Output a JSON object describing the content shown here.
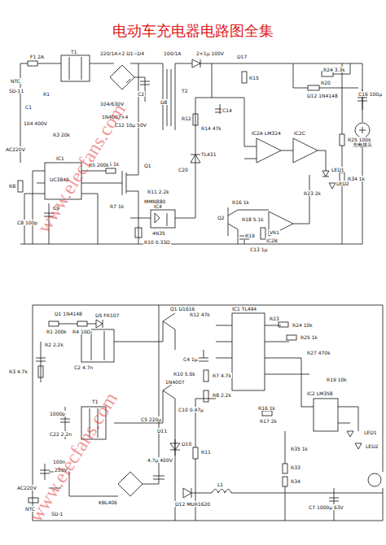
{
  "diagram": {
    "title": "电动车充电器电路图全集",
    "labels": [
      "F1 2A",
      "NTC",
      "SD-11",
      "AC220V",
      "C1",
      "104 400V",
      "T1",
      "R1",
      "220/1A×2 D1~D4",
      "C2",
      "104/630V",
      "1N4007×4",
      "100/1A",
      "T2",
      "2×1μ 100V",
      "D17",
      "D8",
      "R3 20k",
      "IC1",
      "UC3842",
      "R6 1k",
      "C12 10μ 50V",
      "Q1",
      "MMN880",
      "R5 200k",
      "R7 1k",
      "C9",
      "R8",
      "C8 100p",
      "R11 2.2k",
      "IC4",
      "4N35",
      "R10 0.33Ω",
      "C20",
      "R14 47k",
      "TL431",
      "R12",
      "C14",
      "R15",
      "R16 1k",
      "Q2",
      "R18 5.1k",
      "R19",
      "VR1",
      "C13 1μ",
      "R23 2k",
      "IC2A LM324",
      "IC2B",
      "IC2C",
      "LED1",
      "LED2",
      "R20",
      "D12 1N4148",
      "R24 3.3k",
      "R25 100k",
      "R34 1k",
      "充电接头",
      "C16 100μ",
      "www.elecfans.com",
      "D1 1N4148",
      "R1 200k",
      "R4 10Ω",
      "D5 FR107",
      "R2 2.2k",
      "C2 4.7n",
      "R3 4.7k",
      "T1",
      "C22 2.2n",
      "1000p",
      "AC220V",
      "250V",
      "100n",
      "NTC",
      "SD-1",
      "KBL406",
      "4.7μ 400V",
      "Q1 D1616",
      "R12 47k",
      "IC1 TL494",
      "R23",
      "R24 10k",
      "R25 1k",
      "C4 1μ",
      "R10 5.6k",
      "R7 4.7k",
      "R8 2.2k",
      "C10 0.47μ",
      "D10",
      "R11",
      "1N4007",
      "C5 220μ",
      "D11",
      "R16 1k",
      "R17 2k",
      "R27 470k",
      "R19 10k",
      "C7 1000μ 63V",
      "IC2 LM358",
      "LED1",
      "LED2",
      "R33",
      "R34",
      "R35 1k",
      "D12 MUR1620",
      "L1",
      "www.elecfans.com"
    ]
  }
}
